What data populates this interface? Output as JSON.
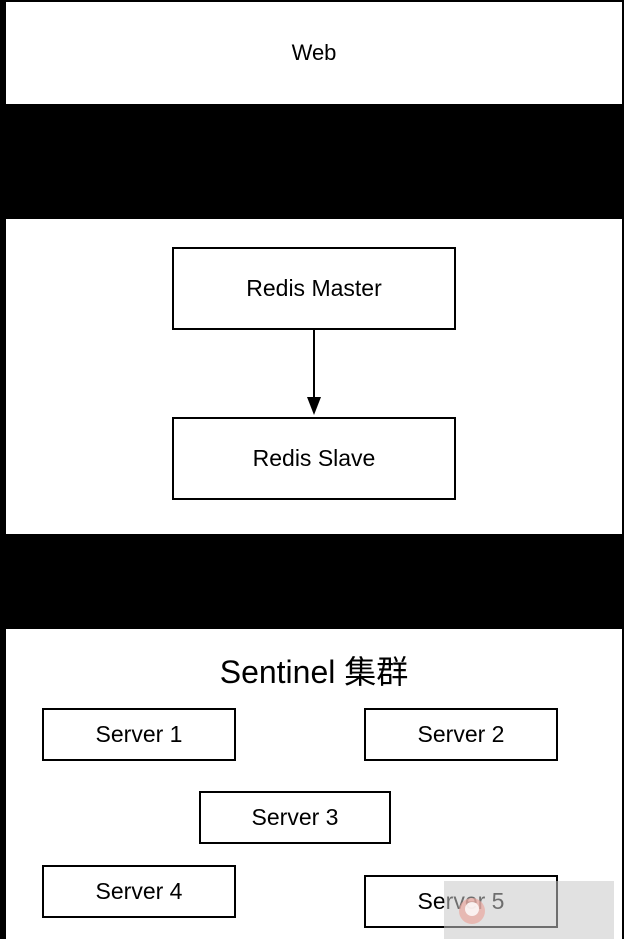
{
  "web": {
    "label": "Web"
  },
  "redis": {
    "master_label": "Redis Master",
    "slave_label": "Redis Slave"
  },
  "sentinel": {
    "title": "Sentinel 集群",
    "servers": [
      "Server 1",
      "Server 2",
      "Server 3",
      "Server 4",
      "Server 5"
    ]
  },
  "colors": {
    "background": "#000000",
    "panel": "#ffffff",
    "border": "#000000",
    "watermark": "#c8c8c8"
  }
}
